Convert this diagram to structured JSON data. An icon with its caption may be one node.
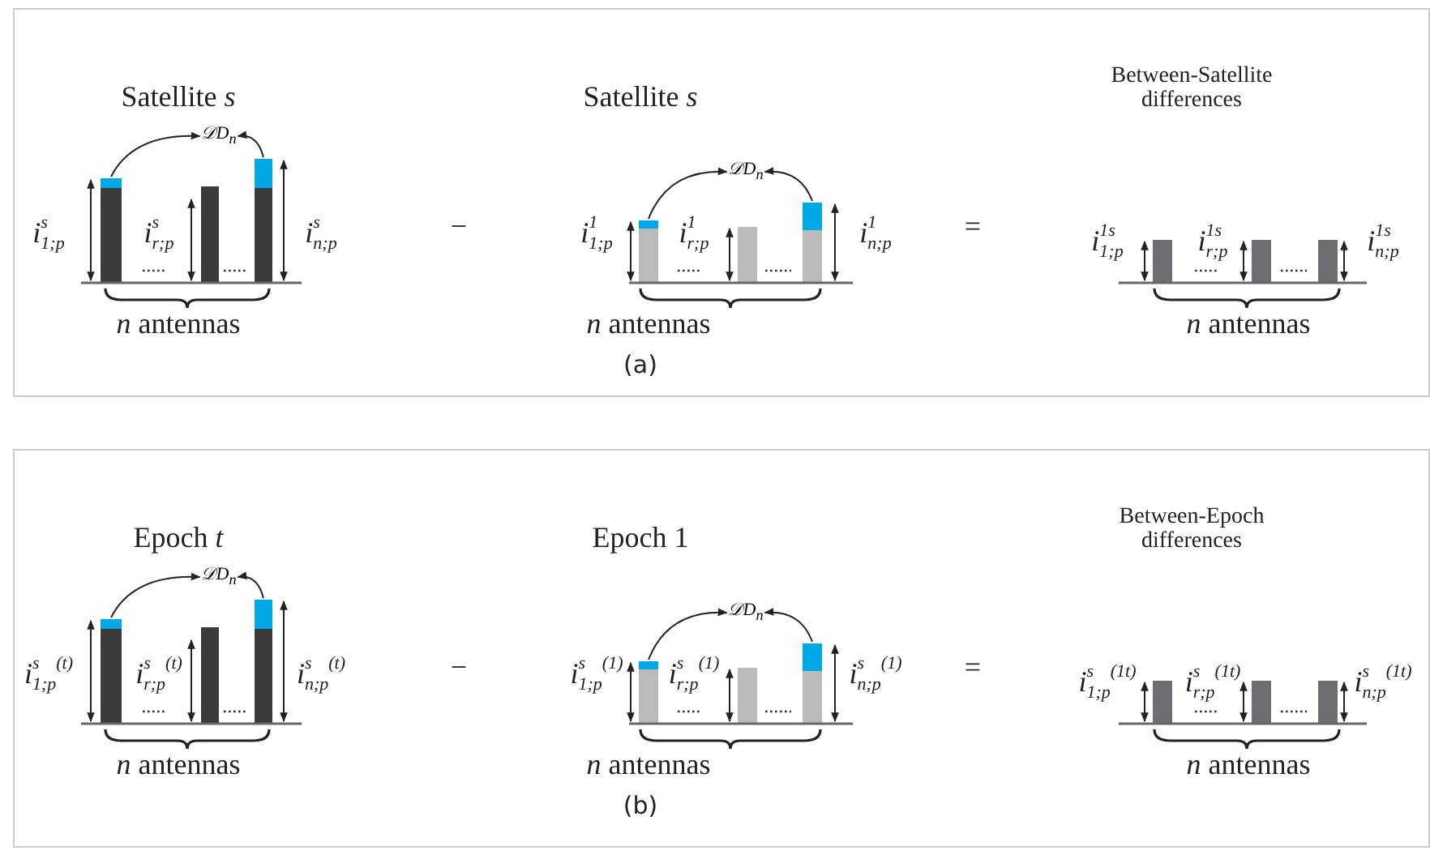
{
  "diagram": {
    "nodes": [
      {
        "text": [],
        "shape": "bar",
        "beside": [
          "*i*$^{s}$$_{1;p}$"
        ]
      },
      {
        "text": [
          "𝒟D$_{n}$"
        ]
      },
      {
        "text": [],
        "shape": "bar",
        "beside": [
          "*i*$^{s}$$_{n;p}$"
        ]
      },
      {
        "text": [],
        "shape": "bar",
        "beside": [
          "*i*$^{1}$$_{1;p}$"
        ]
      },
      {
        "text": [
          "𝒟D$_{n}$"
        ]
      },
      {
        "text": [],
        "shape": "bar",
        "beside": [
          "*i*$^{1}$$_{n;p}$"
        ]
      },
      {
        "text": [],
        "shape": "bar",
        "beside": [
          "*i*$^{s}$$_{1;p}$$^{(t)}$"
        ]
      },
      {
        "text": [
          "𝒟D$_{n}$"
        ]
      },
      {
        "text": [],
        "shape": "bar",
        "beside": [
          "*i*$^{s}$$_{n;p}$$^{(t)}$"
        ]
      },
      {
        "text": [],
        "shape": "bar",
        "beside": [
          "*i*$^{s}$$_{1;p}$$^{(1)}$"
        ]
      },
      {
        "text": [
          "𝒟D$_{n}$"
        ]
      },
      {
        "text": [],
        "shape": "bar",
        "beside": [
          "*i*$^{s}$$_{n;p}$$^{(1)}$"
        ]
      }
    ],
    "edges": [
      {
        "from": 0,
        "to": 1,
        "arrow": "to"
      },
      {
        "from": 2,
        "to": 1,
        "arrow": "to"
      },
      {
        "from": 3,
        "to": 4,
        "arrow": "to"
      },
      {
        "from": 5,
        "to": 4,
        "arrow": "to"
      },
      {
        "from": 6,
        "to": 7,
        "arrow": "to"
      },
      {
        "from": 8,
        "to": 7,
        "arrow": "to"
      },
      {
        "from": 9,
        "to": 10,
        "arrow": "to"
      },
      {
        "from": 11,
        "to": 10,
        "arrow": "to"
      }
    ],
    "labels": [
      "Satellite *s*",
      "Satellite *s*",
      "Between-Satellite differences",
      "*i*$^{s}$$_{r;p}$",
      "−",
      "*i*$^{1}$$_{r;p}$",
      "=",
      "*i*$^{1s}$$_{1;p}$",
      "*i*$^{1s}$$_{r;p}$",
      "*i*$^{1s}$$_{n;p}$",
      "*n* antennas",
      "*n* antennas",
      "*n* antennas",
      "(a)",
      "Epoch *t*",
      "Epoch 1",
      "Between-Epoch differences",
      "*i*$^{s}$$_{r;p}$$^{(t)}$",
      "−",
      "*i*$^{s}$$_{r;p}$$^{(1)}$",
      "=",
      "*i*$^{s}$$_{1;p}$$^{(1t)}$",
      "*i*$^{s}$$_{r;p}$$^{(1t)}$",
      "*i*$^{s}$$_{n;p}$$^{(1t)}$",
      "*n* antennas",
      "*n* antennas",
      "*n* antennas",
      "(b)"
    ]
  }
}
